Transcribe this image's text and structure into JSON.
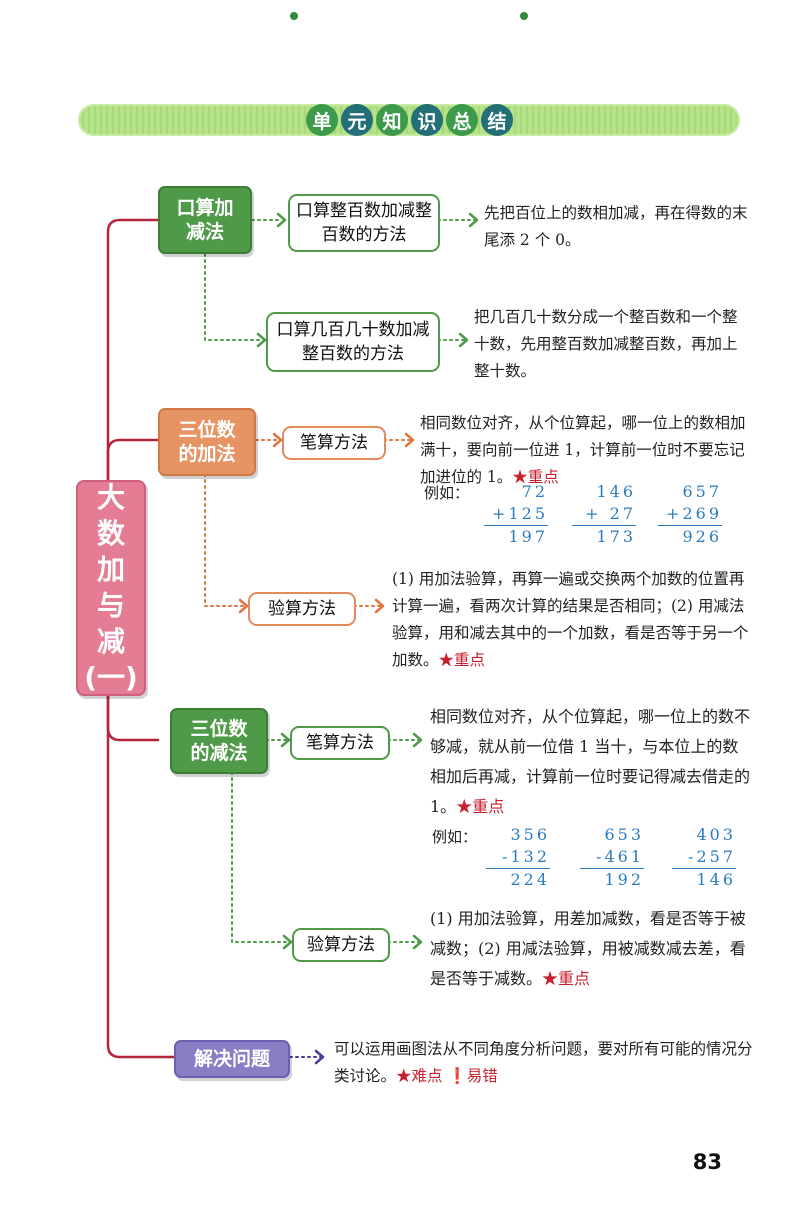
{
  "title": {
    "chars": [
      "单",
      "元",
      "知",
      "识",
      "总",
      "结"
    ]
  },
  "main_topic": "大数加与减(一)",
  "main_topic_lines": [
    "大",
    "数",
    "加",
    "与",
    "减",
    "(一)"
  ],
  "categories": {
    "oral": "口算加减法",
    "add": "三位数的加法",
    "sub": "三位数的减法",
    "solve": "解决问题"
  },
  "methods": {
    "oral_1": "口算整百数加减整百数的方法",
    "oral_2": "口算几百几十数加减整百数的方法",
    "add_written": "笔算方法",
    "add_check": "验算方法",
    "sub_written": "笔算方法",
    "sub_check": "验算方法"
  },
  "texts": {
    "oral_1": "先把百位上的数相加减，再在得数的末尾添 2 个 0。",
    "oral_2": "把几百几十数分成一个整百数和一个整十数，先用整百数加减整百数，再加上整十数。",
    "add_written": "相同数位对齐，从个位算起，哪一位上的数相加满十，要向前一位进 1，计算前一位时不要忘记加进位的 1。",
    "add_check": "(1) 用加法验算，再算一遍或交换两个加数的位置再计算一遍，看两次计算的结果是否相同；(2) 用减法验算，用和减去其中的一个加数，看是否等于另一个加数。",
    "sub_written": "相同数位对齐，从个位算起，哪一位上的数不够减，就从前一位借 1 当十，与本位上的数相加后再减，计算前一位时要记得减去借走的 1。",
    "sub_check": "(1) 用加法验算，用差加减数，看是否等于被减数；(2) 用减法验算，用被减数减去差，看是否等于减数。",
    "solve": "可以运用画图法从不同角度分析问题，要对所有可能的情况分类讨论。"
  },
  "tags": {
    "key": "★重点",
    "difficult": "★难点",
    "error": "❗易错"
  },
  "examples_label": "例如：",
  "add_examples": [
    {
      "a": "72",
      "b": "+125",
      "result": "197"
    },
    {
      "a": "146",
      "b": "+ 27",
      "result": "173"
    },
    {
      "a": "657",
      "b": "+269",
      "result": "926"
    }
  ],
  "sub_examples": [
    {
      "a": "356",
      "b": "-132",
      "result": "224"
    },
    {
      "a": "653",
      "b": "-461",
      "result": "192"
    },
    {
      "a": "403",
      "b": "-257",
      "result": "146"
    }
  ],
  "page_number": "83",
  "colors": {
    "green": "#4e9a48",
    "orange": "#e69464",
    "purple": "#8b7cc6",
    "pink": "#e47c94",
    "star_red": "#c8202f",
    "example_blue": "#2a7bc0"
  }
}
